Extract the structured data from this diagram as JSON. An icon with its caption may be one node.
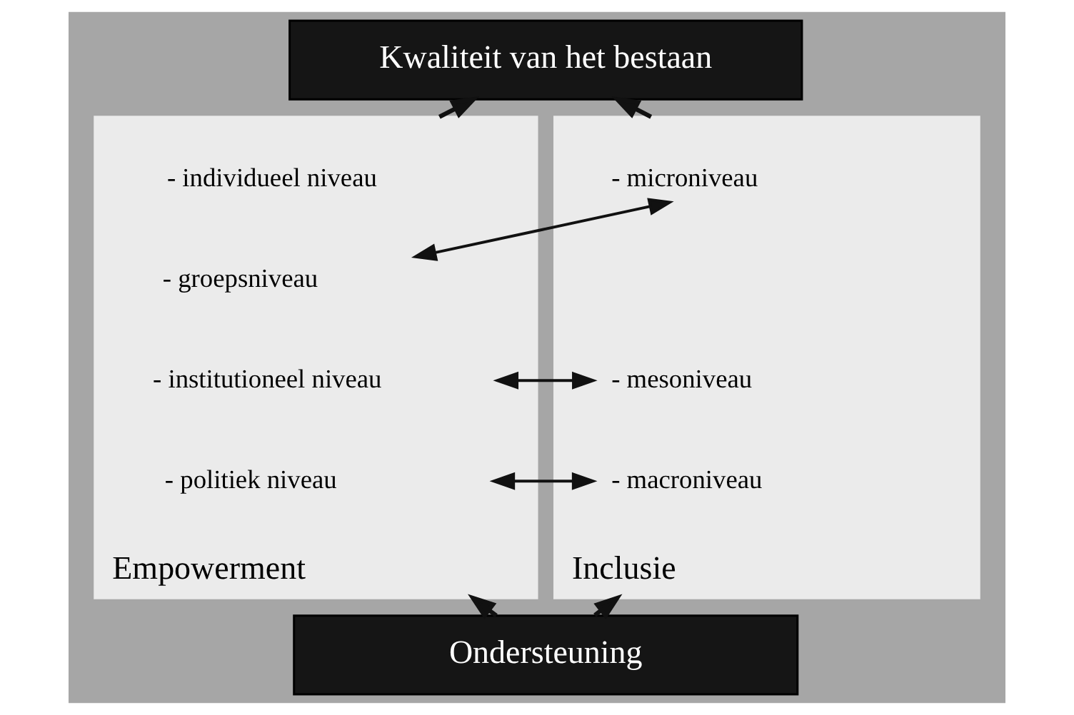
{
  "diagram": {
    "nodes": [
      {
        "text": [
          "Kwaliteit van het bestaan"
        ]
      },
      {
        "text": [
          "Empowerment"
        ]
      },
      {
        "text": [
          "- individueel niveau"
        ],
        "in": 1
      },
      {
        "text": [
          "- groepsniveau"
        ],
        "in": 1
      },
      {
        "text": [
          "- institutioneel niveau"
        ],
        "in": 1
      },
      {
        "text": [
          "- politiek niveau"
        ],
        "in": 1
      },
      {
        "text": [
          "Inclusie"
        ]
      },
      {
        "text": [
          "- microniveau"
        ],
        "in": 6
      },
      {
        "text": [
          "- mesoniveau"
        ],
        "in": 6
      },
      {
        "text": [
          "- macroniveau"
        ],
        "in": 6
      },
      {
        "text": [
          "Ondersteuning"
        ]
      }
    ],
    "edges": [
      {
        "from": 1,
        "to": 0,
        "arrow": "to"
      },
      {
        "from": 6,
        "to": 0,
        "arrow": "to"
      },
      {
        "from": 10,
        "to": 1,
        "arrow": "to"
      },
      {
        "from": 10,
        "to": 6,
        "arrow": "to"
      },
      {
        "from": 3,
        "to": 7,
        "arrow": "both"
      },
      {
        "from": 4,
        "to": 8,
        "arrow": "both"
      },
      {
        "from": 5,
        "to": 9,
        "arrow": "both"
      }
    ]
  }
}
